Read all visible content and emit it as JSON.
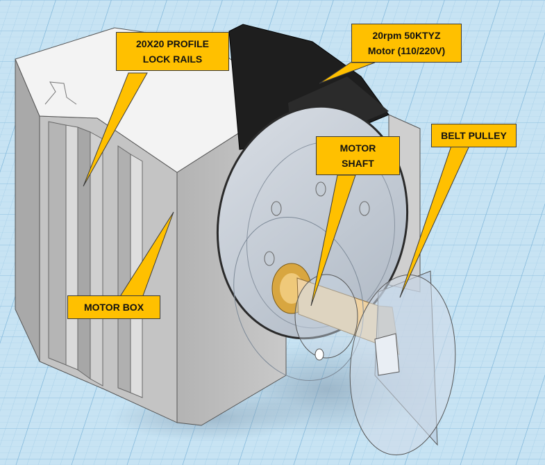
{
  "colors": {
    "grid_bg": "#c7e3f3",
    "grid_line": "#8ec2e2",
    "callout_fill": "#ffc000",
    "box_front": "#bdbdbd",
    "box_side": "#d6d6d6",
    "box_top": "#f4f4f4",
    "bracket": "#222222",
    "pulley_glass": "#b8c9dc",
    "coupler": "#e8c48a"
  },
  "callouts": {
    "profile_rails": {
      "line1": "20X20 PROFILE",
      "line2": "LOCK RAILS"
    },
    "motor": {
      "line1": "20rpm 50KTYZ",
      "line2": "Motor (110/220V)"
    },
    "motor_shaft": {
      "line1": "MOTOR",
      "line2": "SHAFT"
    },
    "belt_pulley": {
      "line1": "BELT PULLEY"
    },
    "motor_box": {
      "line1": "MOTOR BOX"
    }
  }
}
